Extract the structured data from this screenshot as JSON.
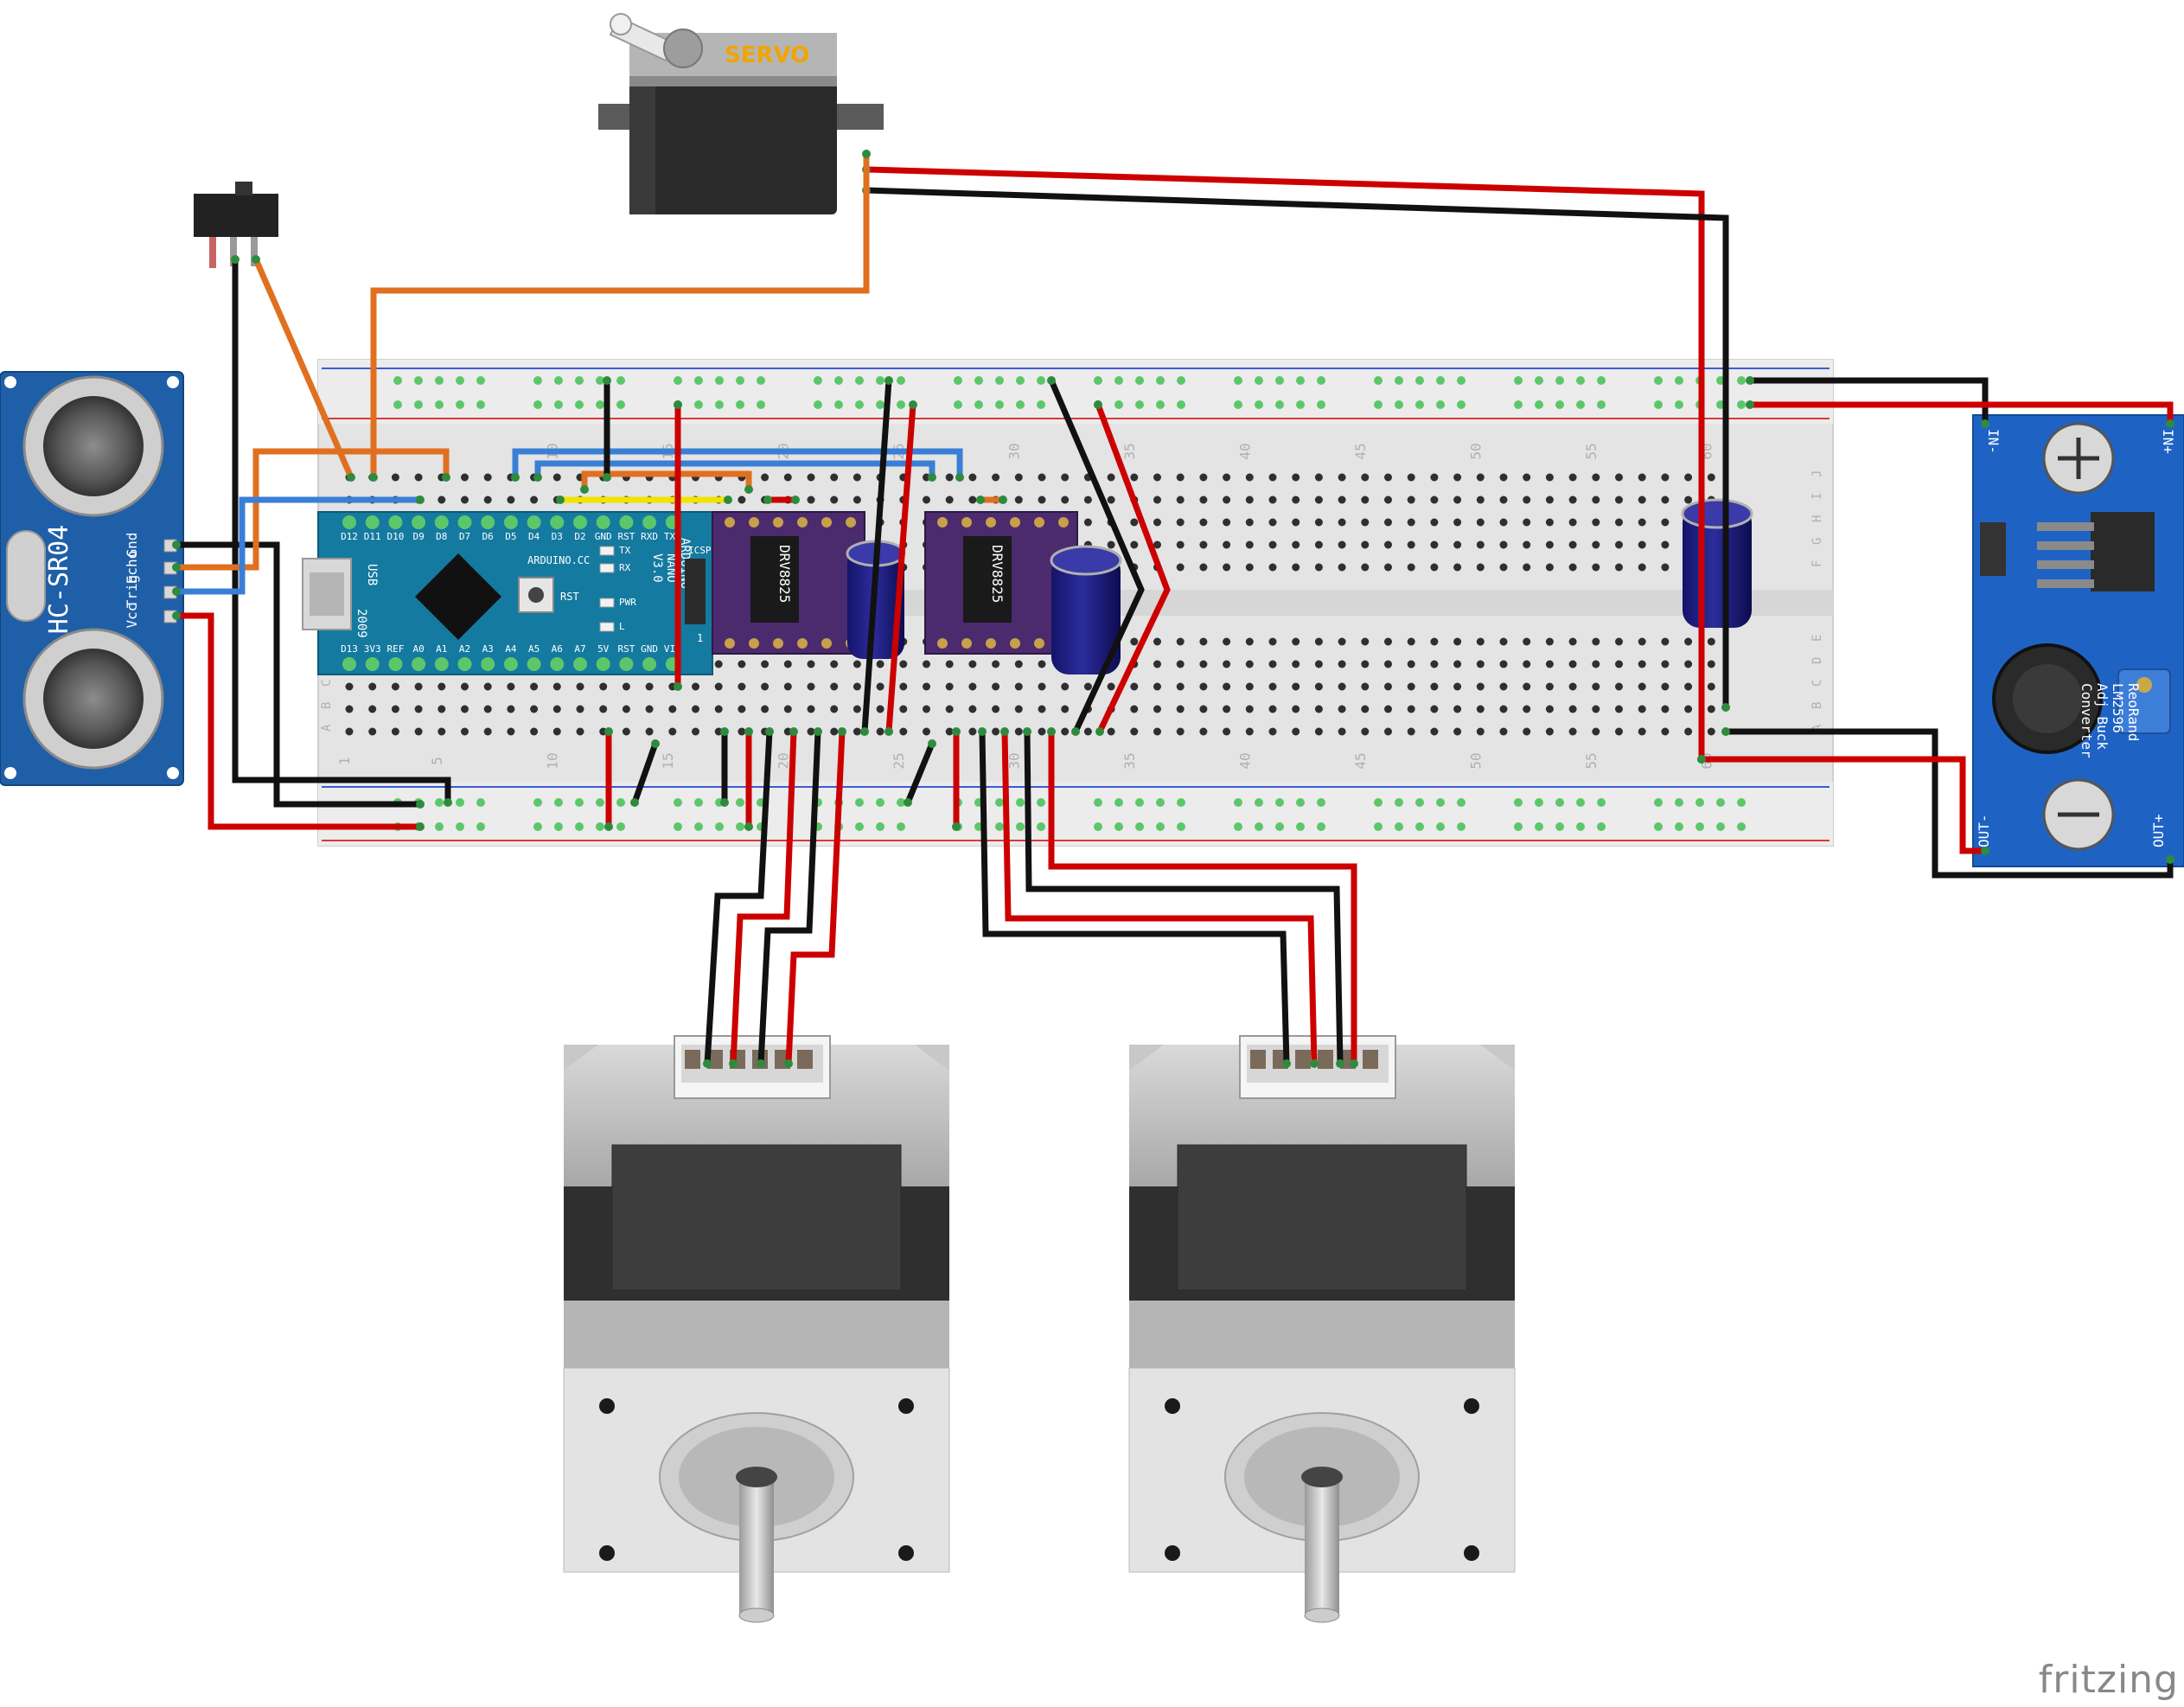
{
  "colors": {
    "wire_red": "#cc0000",
    "wire_black": "#111111",
    "wire_orange": "#e07020",
    "wire_blue": "#3a7fd6",
    "wire_yellow": "#f2e200",
    "board_blue": "#1f6fb2",
    "nano_teal": "#127a9a",
    "driver_purple": "#4b2a6e",
    "breadboard": "#e6e6e6",
    "hole_green": "#5cc76a",
    "motor_gray": "#bdbdbd"
  },
  "servo": {
    "label": "SERVO"
  },
  "sensor": {
    "name": "HC-SR04",
    "pins": [
      "Gnd",
      "Echo",
      "Trig",
      "Vcc"
    ]
  },
  "breadboard": {
    "rail_numbers": [
      "1",
      "5",
      "10",
      "15",
      "20",
      "25",
      "30",
      "35",
      "40",
      "45",
      "50",
      "55",
      "60"
    ],
    "row_letters_top": [
      "J",
      "I",
      "H",
      "G",
      "F"
    ],
    "row_letters_bottom": [
      "E",
      "D",
      "C",
      "B",
      "A"
    ]
  },
  "nano": {
    "top_pins": [
      "D12",
      "D11",
      "D10",
      "D9",
      "D8",
      "D7",
      "D6",
      "D5",
      "D4",
      "D3",
      "D2",
      "GND",
      "RST",
      "RXD",
      "TXD"
    ],
    "bottom_pins": [
      "D13",
      "3V3",
      "REF",
      "A0",
      "A1",
      "A2",
      "A3",
      "A4",
      "A5",
      "A6",
      "A7",
      "5V",
      "RST",
      "GND",
      "VIN"
    ],
    "usb_label": "USB",
    "brand": "ARDUINO.CC",
    "model_line1": "ARDUINO",
    "model_line2": "NANO",
    "model_line3": "V3.0",
    "year": "2009",
    "leds": [
      "TX",
      "RX",
      "PWR",
      "L"
    ],
    "rst_label": "RST",
    "icsp_label": "ICSP",
    "pin1_label": "1"
  },
  "drivers": [
    {
      "label": "DRV8825"
    },
    {
      "label": "DRV8825"
    }
  ],
  "buck": {
    "line1": "ReoRand",
    "line2": "LM2596",
    "line3": "Adj Buck",
    "line4": "Converter",
    "in_minus": "IN-",
    "in_plus": "IN+",
    "out_minus": "OUT-",
    "out_plus": "OUT+"
  },
  "watermark": "fritzing"
}
